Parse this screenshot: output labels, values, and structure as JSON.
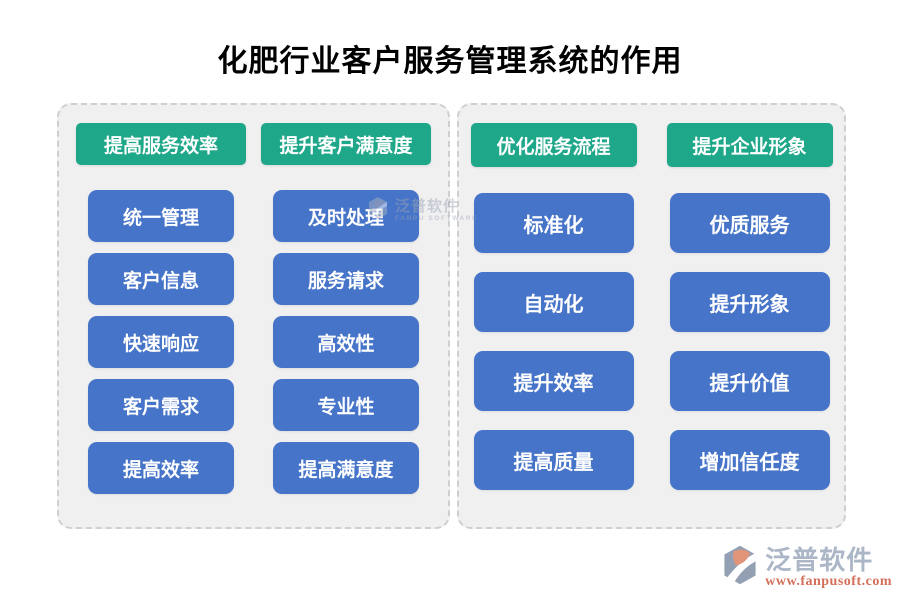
{
  "title": "化肥行业客户服务管理系统的作用",
  "panels": [
    {
      "columns": [
        {
          "header": "提高服务效率",
          "items": [
            "统一管理",
            "客户信息",
            "快速响应",
            "客户需求",
            "提高效率"
          ]
        },
        {
          "header": "提升客户满意度",
          "items": [
            "及时处理",
            "服务请求",
            "高效性",
            "专业性",
            "提高满意度"
          ]
        }
      ]
    },
    {
      "columns": [
        {
          "header": "优化服务流程",
          "items": [
            "标准化",
            "自动化",
            "提升效率",
            "提高质量"
          ]
        },
        {
          "header": "提升企业形象",
          "items": [
            "优质服务",
            "提升形象",
            "提升价值",
            "增加信任度"
          ]
        }
      ]
    }
  ],
  "watermark_center": {
    "brand": "泛普软件",
    "sub": "FANPU SOFTWARE"
  },
  "footer": {
    "brand": "泛普软件",
    "url": "www.fanpusoft.com"
  },
  "colors": {
    "header_green": "#1fa78a",
    "item_blue": "#4674c8",
    "panel_bg": "#f0f0f1",
    "panel_border": "#cfcfcf",
    "title_color": "#000000",
    "watermark_gray": "#9aa3b5",
    "footer_brand_gray": "#abb6c6",
    "footer_url_red": "#d4705a"
  }
}
